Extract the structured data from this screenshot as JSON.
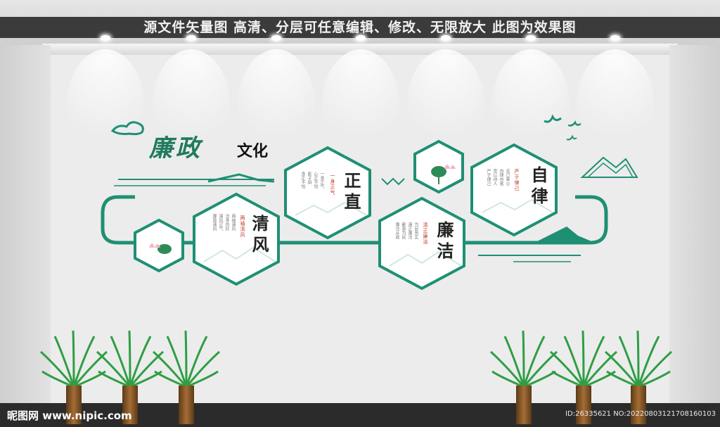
{
  "banner": {
    "text": "源文件矢量图  高清、分层可任意编辑、修改、无限放大  此图为效果图"
  },
  "logo": {
    "title": "廉政",
    "subtitle": "文化"
  },
  "panels": [
    {
      "title": "清风",
      "subtitle": "两袖清风",
      "lines": [
        "廉政清风",
        "清风正气",
        "洁身自好",
        "两袖清风"
      ]
    },
    {
      "title": "正直",
      "subtitle": "一身正气",
      "lines": [
        "身正不怕",
        "影子斜",
        "心正不怕",
        "一身正气"
      ]
    },
    {
      "title": "廉洁",
      "subtitle": "清正廉洁",
      "lines": [
        "廉洁从政",
        "勤政为民",
        "清正廉洁",
        "为民务实"
      ]
    },
    {
      "title": "自律",
      "subtitle": "严于律己",
      "lines": [
        "严于律己",
        "宽以待人",
        "自律自省",
        "克己奉公"
      ]
    }
  ],
  "colors": {
    "accent": "#1f8f74",
    "wall": "#ececec",
    "banner": "#3b3b3b"
  },
  "watermark": {
    "site": "昵图网 www.nipic.com",
    "id": "ID:26335621 NO:20220803121708160103"
  }
}
